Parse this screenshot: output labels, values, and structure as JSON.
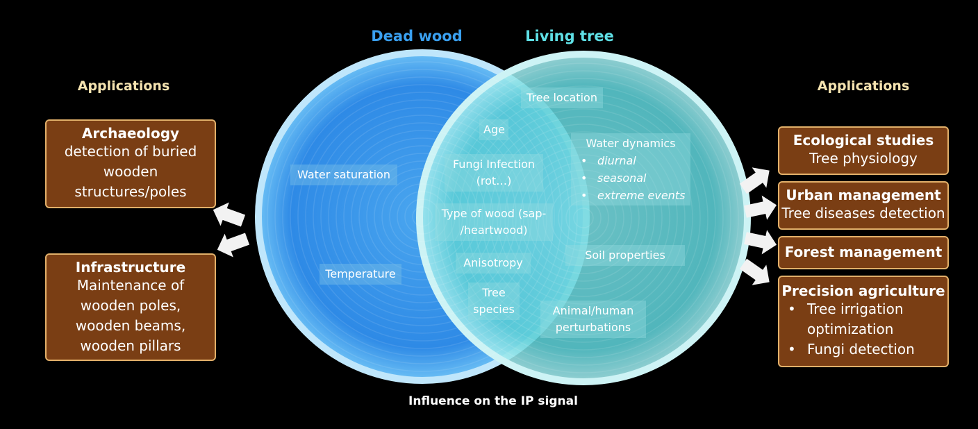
{
  "titles": {
    "dead_wood": "Dead wood",
    "living_tree": "Living tree"
  },
  "left_applications": {
    "heading": "Applications",
    "boxes": [
      {
        "title": "Archaeology",
        "lines": [
          "detection of buried",
          "wooden",
          "structures/poles"
        ]
      },
      {
        "title": "Infrastructure",
        "lines": [
          "Maintenance of",
          "wooden poles,",
          "wooden beams,",
          "wooden pillars"
        ]
      }
    ]
  },
  "right_applications": {
    "heading": "Applications",
    "boxes": [
      {
        "title": "Ecological studies",
        "lines": [
          "Tree physiology"
        ]
      },
      {
        "title": "Urban management",
        "lines": [
          "Tree diseases detection"
        ]
      },
      {
        "title": "Forest management",
        "lines": []
      },
      {
        "title": "Precision agriculture",
        "bullets": [
          "Tree irrigation optimization",
          "Fungi detection"
        ]
      }
    ]
  },
  "venn": {
    "dead_only": [
      "Water saturation",
      "Temperature"
    ],
    "shared": [
      "Age",
      "Fungi Infection (rot…)",
      "Type of wood (sap- /heartwood)",
      "Anisotropy",
      "Tree species"
    ],
    "living_only": {
      "tree_location": "Tree location",
      "water_dynamics": {
        "label": "Water dynamics",
        "items": [
          "diurnal",
          "seasonal",
          "extreme events"
        ]
      },
      "soil_properties": "Soil properties",
      "perturbations": "Animal/human perturbations"
    }
  },
  "footer": "Influence on the IP signal",
  "colors": {
    "box_fill": "#7a3e14",
    "box_border": "#e2b06a",
    "dead_circle": "#2f8ee8",
    "living_circle": "#6fd7dc",
    "heading": "#f5e3b0"
  }
}
